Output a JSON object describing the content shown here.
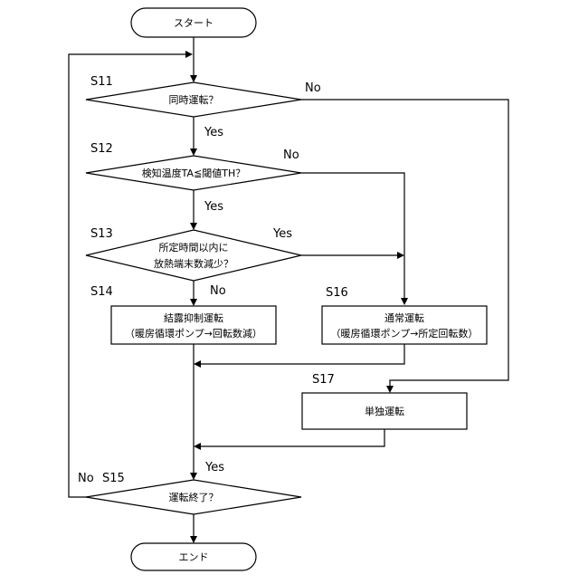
{
  "nodes": {
    "start": {
      "text": "スタート"
    },
    "s11": {
      "step": "S11",
      "text": "同時運転？"
    },
    "s12": {
      "step": "S12",
      "text": "検知温度TA≦閾値TH？"
    },
    "s13": {
      "step": "S13",
      "line1": "所定時間以内に",
      "line2": "放熱端末数減少？"
    },
    "s14": {
      "step": "S14",
      "line1": "結露抑制運転",
      "line2": "（暖房循環ポンプ→回転数減）"
    },
    "s16": {
      "step": "S16",
      "line1": "通常運転",
      "line2": "（暖房循環ポンプ→所定回転数）"
    },
    "s17": {
      "step": "S17",
      "text": "単独運転"
    },
    "s15": {
      "step": "S15",
      "text": "運転終了？"
    },
    "end": {
      "text": "エンド"
    }
  },
  "edge_labels": {
    "s11_yes": "Yes",
    "s11_no": "No",
    "s12_yes": "Yes",
    "s12_no": "No",
    "s13_yes": "Yes",
    "s13_no": "No",
    "s15_yes": "Yes",
    "s15_no": "No"
  }
}
